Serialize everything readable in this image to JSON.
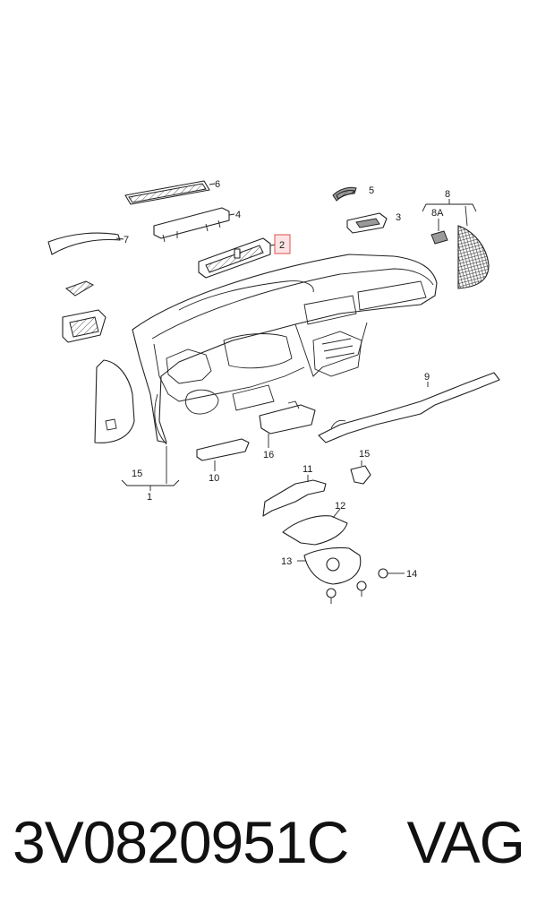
{
  "callouts": {
    "c1": "1",
    "c2": "2",
    "c3": "3",
    "c4": "4",
    "c5": "5",
    "c6": "6",
    "c7": "7",
    "c8": "8",
    "c8a": "8A",
    "c9": "9",
    "c10": "10",
    "c11": "11",
    "c12": "12",
    "c13": "13",
    "c14": "14",
    "c15a": "15",
    "c15b": "15",
    "c16": "16"
  },
  "highlight_color": "#d9534f",
  "caption": {
    "part_number": "3V0820951C",
    "brand": "VAG"
  }
}
